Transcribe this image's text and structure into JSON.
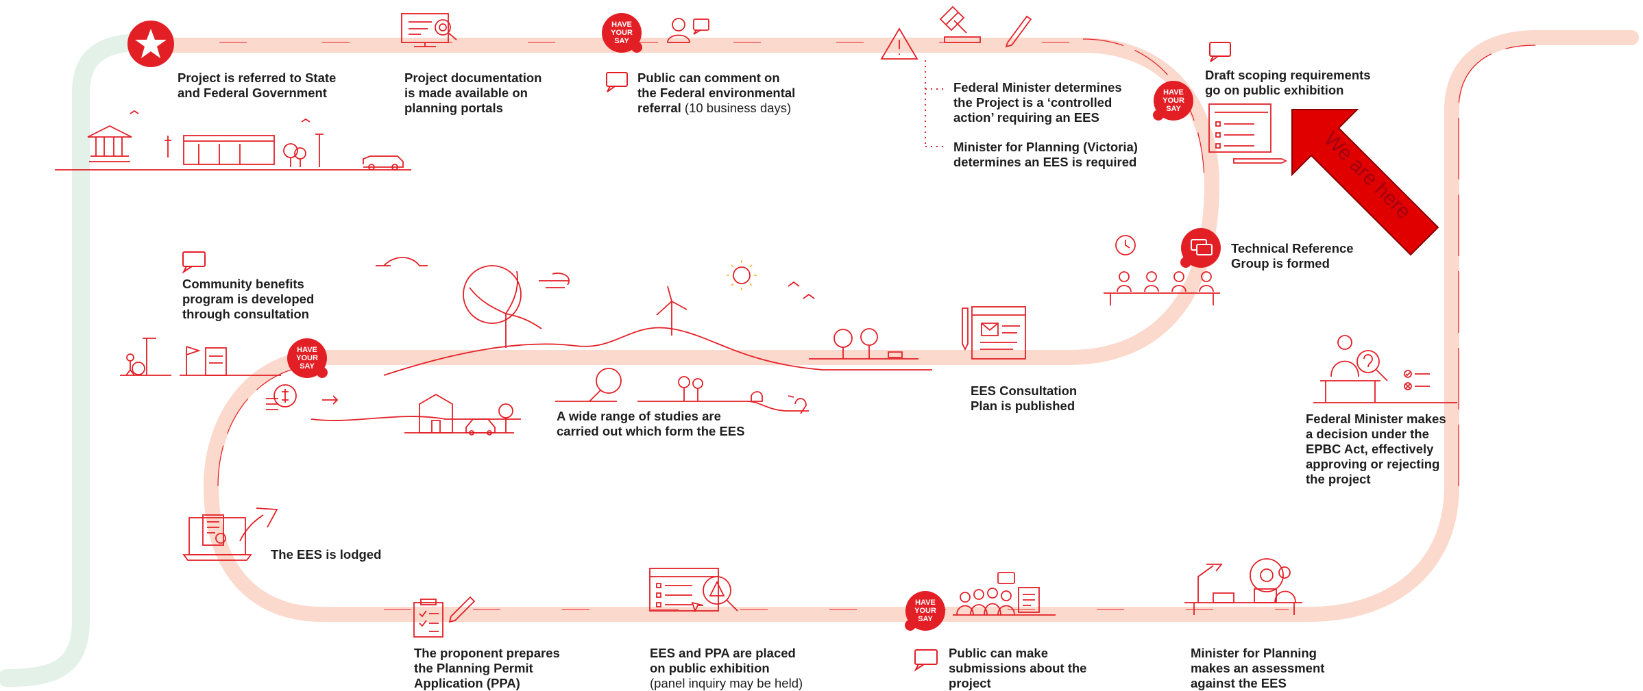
{
  "colors": {
    "path": "#fbd9cc",
    "green": "#e3f1e8",
    "accent": "#e31f26",
    "text": "#1e1e1e"
  },
  "badge": {
    "lines": [
      "HAVE",
      "YOUR",
      "SAY"
    ]
  },
  "you_are_here": {
    "text": "We are here",
    "color": "#e00000"
  },
  "steps": [
    {
      "id": "referral",
      "lines": [
        "Project is referred to State",
        "and Federal Government"
      ]
    },
    {
      "id": "documentation",
      "lines": [
        "Project documentation",
        "is made available on",
        "planning portals"
      ]
    },
    {
      "id": "public-comment",
      "lines": [
        "Public can comment on",
        "the Federal environmental"
      ],
      "line3_bold": "referral",
      "line3_normal": " (10 business days)"
    },
    {
      "id": "controlled-action",
      "lines": [
        "Federal Minister determines",
        "the Project is a ‘controlled",
        "action’ requiring an EES"
      ]
    },
    {
      "id": "ees-required",
      "lines": [
        "Minister for Planning (Victoria)",
        "determines an EES is required"
      ]
    },
    {
      "id": "scoping",
      "lines": [
        "Draft scoping requirements",
        "go on public exhibition"
      ]
    },
    {
      "id": "trg",
      "lines": [
        "Technical Reference",
        "Group is formed"
      ]
    },
    {
      "id": "community-benefits",
      "lines": [
        "Community benefits",
        "program is developed",
        "through consultation"
      ]
    },
    {
      "id": "studies",
      "lines": [
        "A wide range of studies are",
        "carried out which form the EES"
      ]
    },
    {
      "id": "consultation-plan",
      "lines": [
        "EES Consultation",
        "Plan is published"
      ]
    },
    {
      "id": "epbc-decision",
      "lines": [
        "Federal Minister makes",
        "a decision under the",
        "EPBC Act, effectively",
        "approving or rejecting",
        "the project"
      ]
    },
    {
      "id": "lodged",
      "lines": [
        "The EES is lodged"
      ]
    },
    {
      "id": "ppa",
      "lines": [
        "The proponent prepares",
        "the Planning Permit",
        "Application (PPA)"
      ]
    },
    {
      "id": "exhibition",
      "lines": [
        "EES and PPA are placed",
        "on public exhibition"
      ],
      "note": "(panel inquiry may be held)"
    },
    {
      "id": "submissions",
      "lines": [
        "Public can make",
        "submissions about the",
        "project"
      ]
    },
    {
      "id": "assessment",
      "lines": [
        "Minister for Planning",
        "makes an assessment",
        "against the EES"
      ]
    }
  ]
}
